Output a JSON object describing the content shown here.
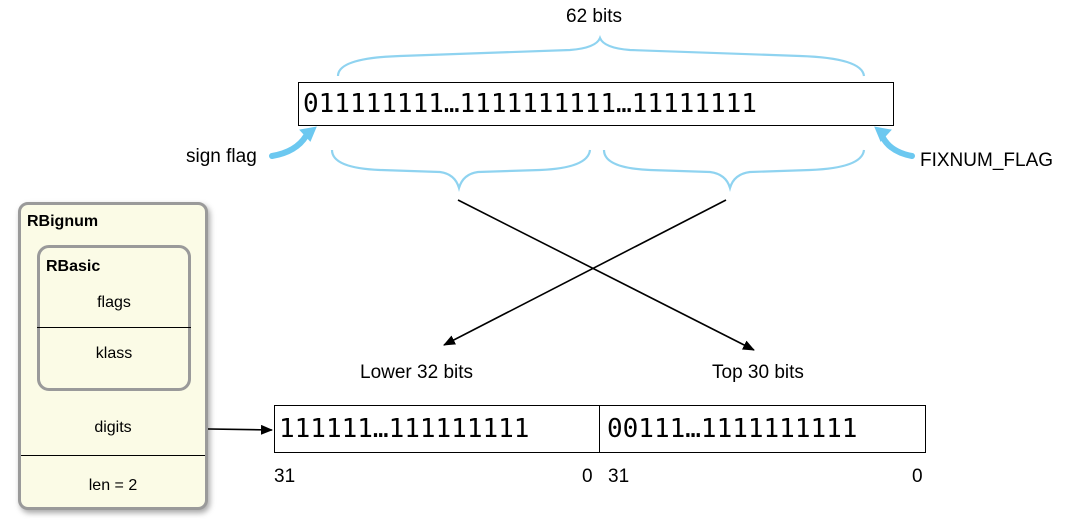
{
  "top": {
    "label": "62 bits",
    "bits": "011111111…1111111111…11111111",
    "sign_flag": "sign flag",
    "fixnum_flag": "FIXNUM_FLAG"
  },
  "bottom": {
    "lower_label": "Lower 32 bits",
    "top_label": "Top 30 bits",
    "lower_bits": "111111…111111111",
    "top_bits": "00111…1111111111",
    "lower_hi": "31",
    "lower_lo": "0",
    "top_hi": "31",
    "top_lo": "0"
  },
  "rbignum": {
    "title": "RBignum",
    "rbasic_title": "RBasic",
    "flags": "flags",
    "klass": "klass",
    "digits": "digits",
    "len": "len = 2"
  },
  "colors": {
    "brace": "#8fd3f0",
    "arrow_blue": "#6cc8f0",
    "panel_fill": "#fbfbe6",
    "panel_border": "#9a9a9a"
  }
}
